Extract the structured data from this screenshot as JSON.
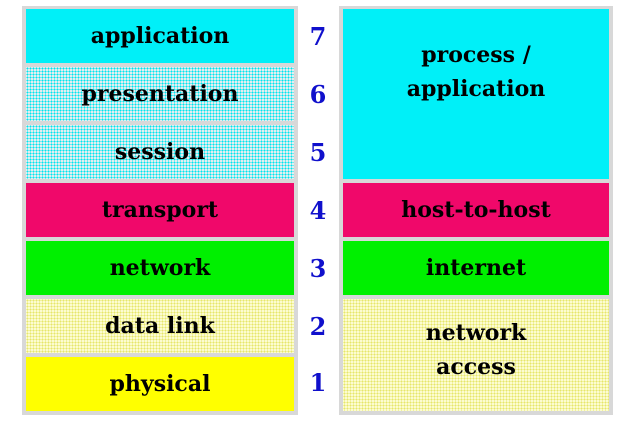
{
  "osi": {
    "layers": [
      {
        "label": "application",
        "number": "7"
      },
      {
        "label": "presentation",
        "number": "6"
      },
      {
        "label": "session",
        "number": "5"
      },
      {
        "label": "transport",
        "number": "4"
      },
      {
        "label": "network",
        "number": "3"
      },
      {
        "label": "data link",
        "number": "2"
      },
      {
        "label": "physical",
        "number": "1"
      }
    ]
  },
  "tcpip": {
    "layers": [
      {
        "label": "process /\napplication"
      },
      {
        "label": "host-to-host"
      },
      {
        "label": "internet"
      },
      {
        "label": "network\naccess"
      }
    ]
  },
  "colors": {
    "cyan": "#00f0f8",
    "magenta": "#f0086a",
    "green": "#00f000",
    "yellow": "#ffff00",
    "number_blue": "#1010cc"
  }
}
